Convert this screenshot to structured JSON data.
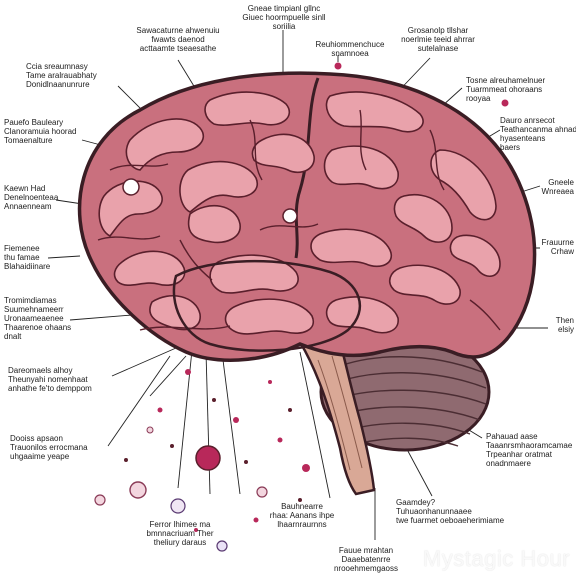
{
  "colors": {
    "brain": "#c9707e",
    "brain_dark": "#5a1f2c",
    "gyrus_light": "#e9a2ab",
    "cerebellum": "#8f6a70",
    "stem": "#d9a896",
    "accent_dot": "#b8285a"
  },
  "labels": [
    {
      "id": "top-left-1",
      "text": "Sawacaturne ahwenuiu\nfwawts daenod\nacttaamte tseaesathe"
    },
    {
      "id": "top-center",
      "text": "Gneae timpianl gllnc\nGiuec hoormpuelle sinll\nsoriilia"
    },
    {
      "id": "top-right-1",
      "text": "Grosanolp tllshar\nnoerlmie teeid ahrrar\nsutelalnase"
    },
    {
      "id": "top-mid",
      "text": "Reuhiommenchuce\nsnamnoea"
    },
    {
      "id": "left-1",
      "text": "Ccia sreaumnasy\nTame aralrauabhaty\nDonidlnaanunrure"
    },
    {
      "id": "right-1",
      "text": "Tosne alreuhamelnuer\nTuarmmeat ohoraans\nrooyaa"
    },
    {
      "id": "left-2",
      "text": "Pauefo Bauleary\nClanoramuia hoorad\nTomaenalture"
    },
    {
      "id": "right-2",
      "text": "Dauro anrsecot\nTeathancanma ahnad\nhyasenteans\nbaers"
    },
    {
      "id": "left-3",
      "text": "Kaewn Had\nDenelnoenteaa\nAnnaenneam"
    },
    {
      "id": "right-3",
      "text": "Gneele\nWnreaea"
    },
    {
      "id": "left-4",
      "text": "Fiemenee\nthu famae\nBlahaidiinare"
    },
    {
      "id": "right-4",
      "text": "Frauurne\nCrhaw"
    },
    {
      "id": "left-5",
      "text": "Tromimdiamas\nSuumehnameerr\nUronaameaenee\nThaarenoe ohaans\ndnalt"
    },
    {
      "id": "right-5",
      "text": "Then\nelsiy"
    },
    {
      "id": "left-6",
      "text": "Dareomaels alhoy\nTheunyahi nomenhaat\nanhathe fe'to demppom"
    },
    {
      "id": "right-6",
      "text": "Pahauad aase\nTaaanrsmhaoramcamae\nTrpeanhar oratmat\nonadnmaere"
    },
    {
      "id": "left-7",
      "text": "Dooiss apsaon\nTrauonilos errocmana\nuhgaaime yeape"
    },
    {
      "id": "bottom-left",
      "text": "Ferror lhimee ma\nbmnnacriuam Ther\ntheliury daraus"
    },
    {
      "id": "bottom-center",
      "text": "Bauhnearre\nrhaa: Aanans ihpe\nlhaarnraurnns"
    },
    {
      "id": "bottom-right",
      "text": "Gaamdey?\nTuhuaonhanunnaaee\ntwe fuarmet oeboaeherimiame"
    },
    {
      "id": "bottom-mid",
      "text": "Fauue mrahtan\nDaaebatenrre\nnrooehmemgaoss"
    }
  ],
  "watermark": "Mystagic Hour"
}
